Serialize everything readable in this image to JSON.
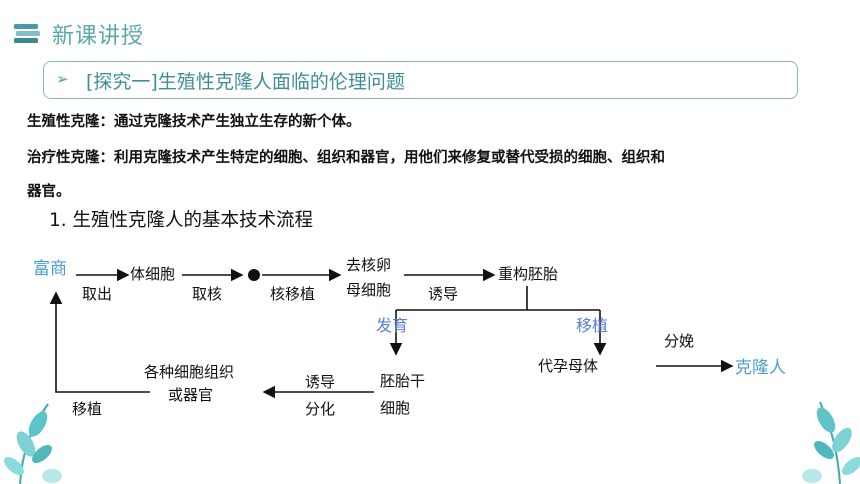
{
  "header": {
    "title": "新课讲授",
    "icon": "book-stack-icon"
  },
  "section": {
    "title": "[探究一]生殖性克隆人面临的伦理问题"
  },
  "definitions": {
    "reproductive": "生殖性克隆：通过克隆技术产生独立生存的新个体。",
    "therapeutic_line1": "治疗性克隆：利用克隆技术产生特定的细胞、组织和器官，用他们来修复或替代受损的细胞、组织和",
    "therapeutic_line2": "器官。"
  },
  "subheading": "1. 生殖性克隆人的基本技术流程",
  "flow": {
    "donor": "富商",
    "step_take_out": "取出",
    "somatic_cell": "体细胞",
    "step_take_nucleus": "取核",
    "step_nuclear_transfer": "核移植",
    "enucleated_egg_l1": "去核卵",
    "enucleated_egg_l2": "母细胞",
    "step_induce": "诱导",
    "reconstructed_embryo": "重构胚胎",
    "branch_develop": "发育",
    "branch_transplant": "移植",
    "surrogate_mother": "代孕母体",
    "step_delivery": "分娩",
    "clone_human": "克隆人",
    "embryonic_stem_l1": "胚胎干",
    "embryonic_stem_l2": "细胞",
    "step_induce_diff_l1": "诱导",
    "step_induce_diff_l2": "分化",
    "tissues_l1": "各种细胞组织",
    "tissues_l2": "或器官",
    "step_transplant_back": "移植"
  },
  "colors": {
    "accent_teal": "#5aa8a8",
    "blue_label": "#4a9fd0",
    "leaf": "#5ec4c8"
  }
}
